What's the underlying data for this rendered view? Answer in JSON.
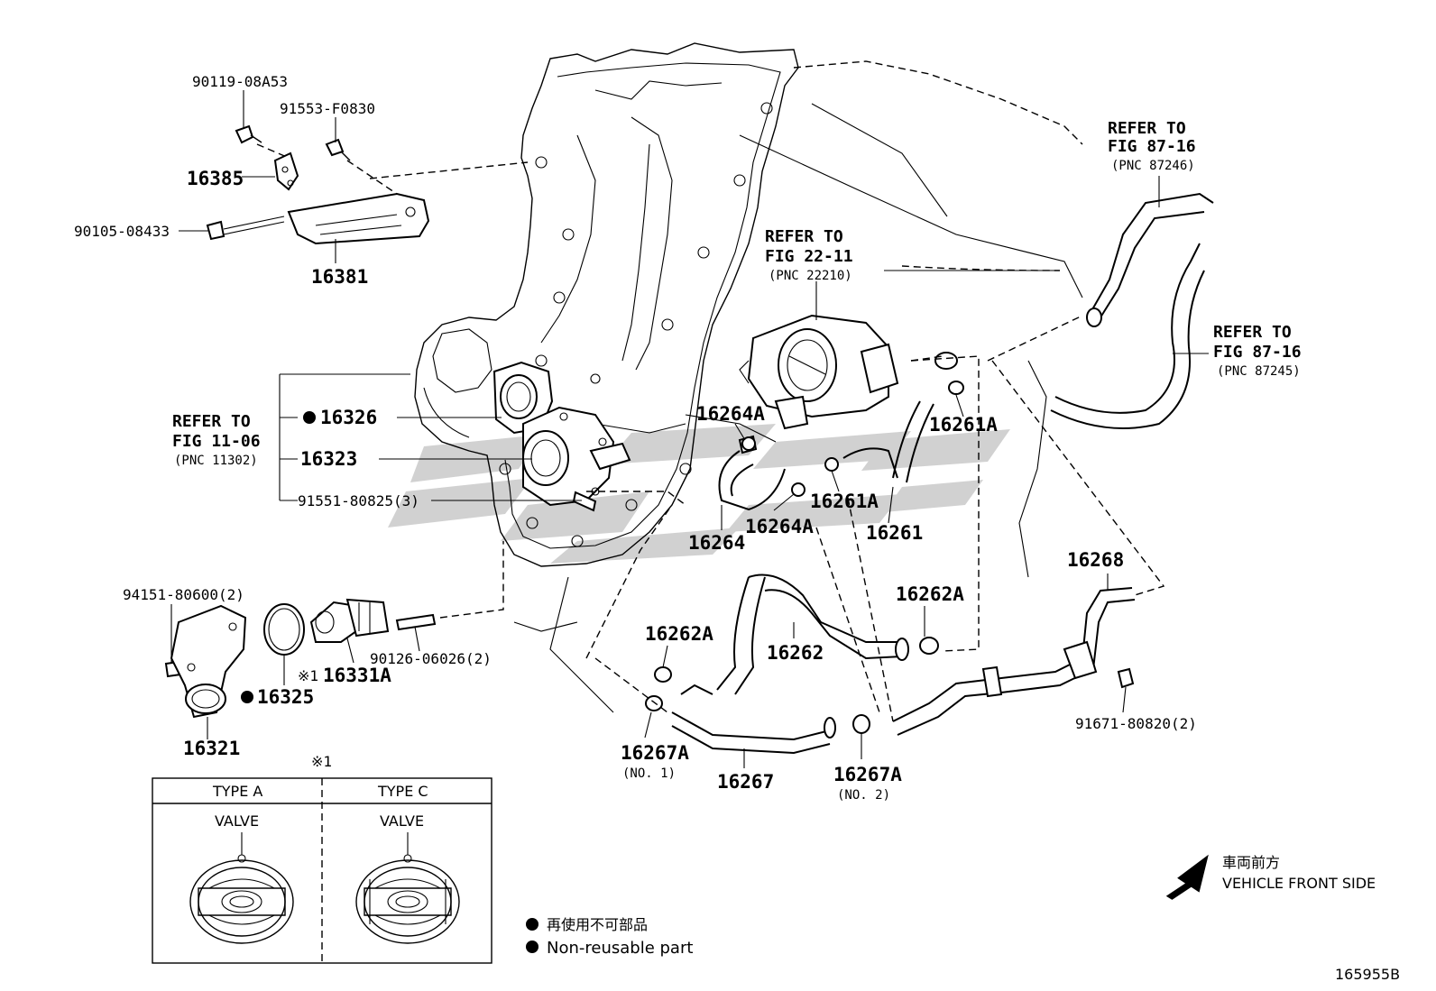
{
  "parts": {
    "p1": "90119-08A53",
    "p2": "91553-F0830",
    "p3": "16385",
    "p4": "90105-08433",
    "p5": "16381",
    "p6": "16326",
    "p7": "16323",
    "p8": "91551-80825(3)",
    "p9": "94151-80600(2)",
    "p10": "16321",
    "p11": "16325",
    "p12": "16331A",
    "p13": "90126-06026(2)",
    "p14": "16264A",
    "p15": "16264",
    "p16": "16264A",
    "p17": "16261A",
    "p18": "16261A",
    "p19": "16261",
    "p20": "16262A",
    "p21": "16262",
    "p22": "16262A",
    "p23": "16267A",
    "p24": "(NO. 1)",
    "p25": "16267",
    "p26": "16267A",
    "p27": "(NO. 2)",
    "p28": "16268",
    "p29": "91671-80820(2)",
    "note_mark": "※1",
    "note_mark2": "※1"
  },
  "refs": {
    "r1": {
      "l1": "REFER TO",
      "l2": "FIG 87-16",
      "l3": "(PNC 87246)"
    },
    "r2": {
      "l1": "REFER TO",
      "l2": "FIG 22-11",
      "l3": "(PNC 22210)"
    },
    "r3": {
      "l1": "REFER TO",
      "l2": "FIG 87-16",
      "l3": "(PNC 87245)"
    },
    "r4": {
      "l1": "REFER TO",
      "l2": "FIG 11-06",
      "l3": "(PNC 11302)"
    }
  },
  "types_table": {
    "col_a": "TYPE A",
    "col_c": "TYPE C",
    "valve_a": "VALVE",
    "valve_c": "VALVE"
  },
  "legend": {
    "jp": "再使用不可部品",
    "en": "Non-reusable part"
  },
  "direction": {
    "jp": "車両前方",
    "en": "VEHICLE FRONT SIDE"
  },
  "figure_id": "165955B",
  "watermark_colors": {
    "grey": "#c8c8c8"
  }
}
